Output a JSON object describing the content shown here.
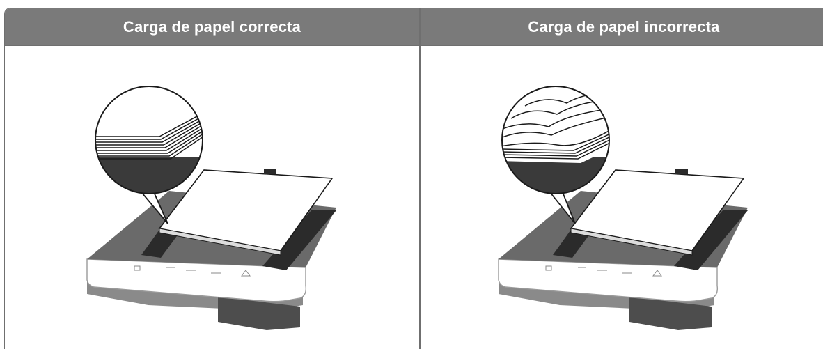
{
  "table": {
    "headers": [
      "Carga de papel correcta",
      "Carga de papel incorrecta"
    ]
  },
  "illustrations": {
    "left": "paper-tray-correct-loading",
    "right": "paper-tray-incorrect-loading"
  }
}
